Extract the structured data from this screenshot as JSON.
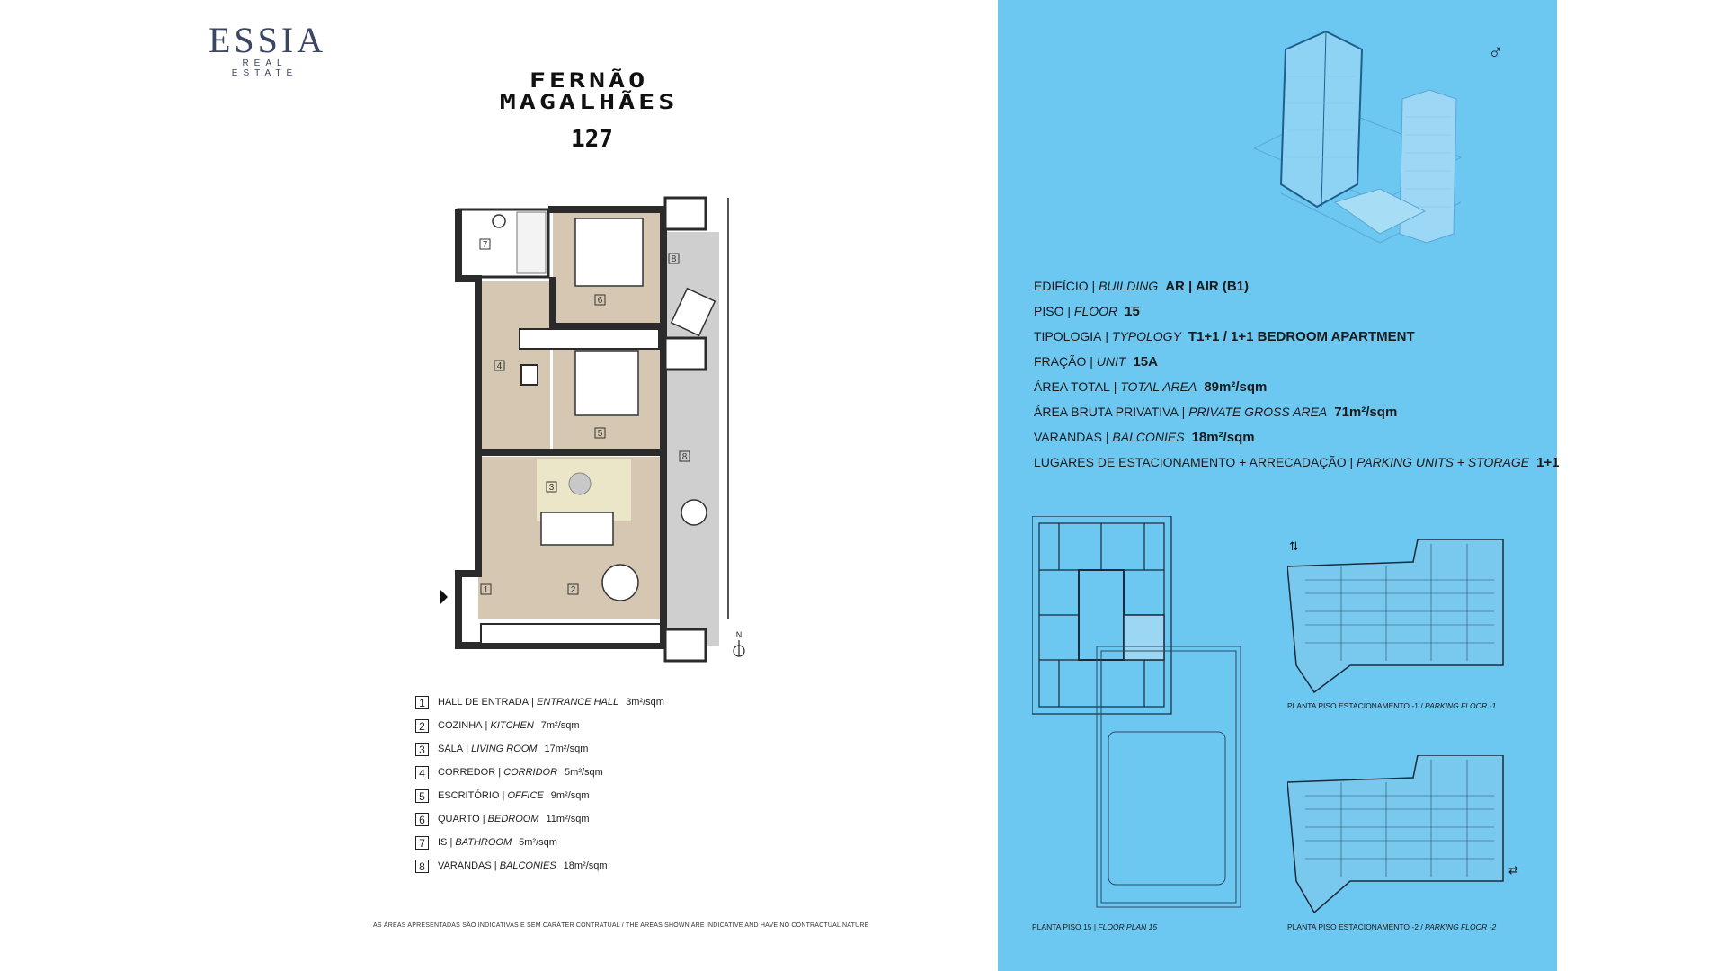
{
  "brand": {
    "name": "ESSIA",
    "tagline": "REAL ESTATE"
  },
  "project": {
    "title_line1": "Fernão",
    "title_line2": "Magalhães",
    "number": "127"
  },
  "legend": [
    {
      "n": "1",
      "pt": "HALL DE ENTRADA",
      "en": "ENTRANCE HALL",
      "area": "3m²/sqm"
    },
    {
      "n": "2",
      "pt": "COZINHA",
      "en": "KITCHEN",
      "area": "7m²/sqm"
    },
    {
      "n": "3",
      "pt": "SALA",
      "en": "LIVING ROOM",
      "area": "17m²/sqm"
    },
    {
      "n": "4",
      "pt": "CORREDOR",
      "en": "CORRIDOR",
      "area": "5m²/sqm"
    },
    {
      "n": "5",
      "pt": "ESCRITÓRIO",
      "en": "OFFICE",
      "area": "9m²/sqm"
    },
    {
      "n": "6",
      "pt": "QUARTO",
      "en": "BEDROOM",
      "area": "11m²/sqm"
    },
    {
      "n": "7",
      "pt": "IS",
      "en": "BATHROOM",
      "area": "5m²/sqm"
    },
    {
      "n": "8",
      "pt": "VARANDAS",
      "en": "BALCONIES",
      "area": "18m²/sqm"
    }
  ],
  "disclaimer": "AS ÁREAS APRESENTADAS SÃO INDICATIVAS E SEM CARÁTER CONTRATUAL / THE AREAS SHOWN ARE INDICATIVE AND HAVE NO CONTRACTUAL NATURE",
  "compass": "N",
  "gender_symbol": "♂",
  "specs": [
    {
      "pt": "EDIFÍCIO",
      "en": "BUILDING",
      "value": "AR | AIR (B1)"
    },
    {
      "pt": "PISO",
      "en": "FLOOR",
      "value": "15"
    },
    {
      "pt": "TIPOLOGIA",
      "en": "TYPOLOGY",
      "value": "T1+1 / 1+1 BEDROOM APARTMENT"
    },
    {
      "pt": "FRAÇÃO",
      "en": "UNIT",
      "value": "15A"
    },
    {
      "pt": "ÁREA TOTAL",
      "en": "TOTAL AREA",
      "value": "89m²/sqm"
    },
    {
      "pt": "ÁREA BRUTA PRIVATIVA",
      "en": "PRIVATE GROSS AREA",
      "value": "71m²/sqm"
    },
    {
      "pt": "VARANDAS",
      "en": "BALCONIES",
      "value": "18m²/sqm"
    },
    {
      "pt": "LUGARES DE ESTACIONAMENTO + ARRECADAÇÃO",
      "en": "PARKING UNITS + STORAGE",
      "value": "1+1"
    }
  ],
  "captions": {
    "floor_plan": {
      "pt": "PLANTA PISO 15",
      "en": "FLOOR PLAN 15"
    },
    "parking1": {
      "pt": "PLANTA PISO ESTACIONAMENTO -1",
      "en": "PARKING FLOOR -1"
    },
    "parking2": {
      "pt": "PLANTA PISO ESTACIONAMENTO -2",
      "en": "PARKING FLOOR -2"
    }
  },
  "colors": {
    "panel": "#6cc7f1",
    "floor_wood": "#d6c7b2",
    "wall": "#2b2b2b",
    "balcony": "#cfcfcf",
    "rug": "#ece6c8"
  }
}
